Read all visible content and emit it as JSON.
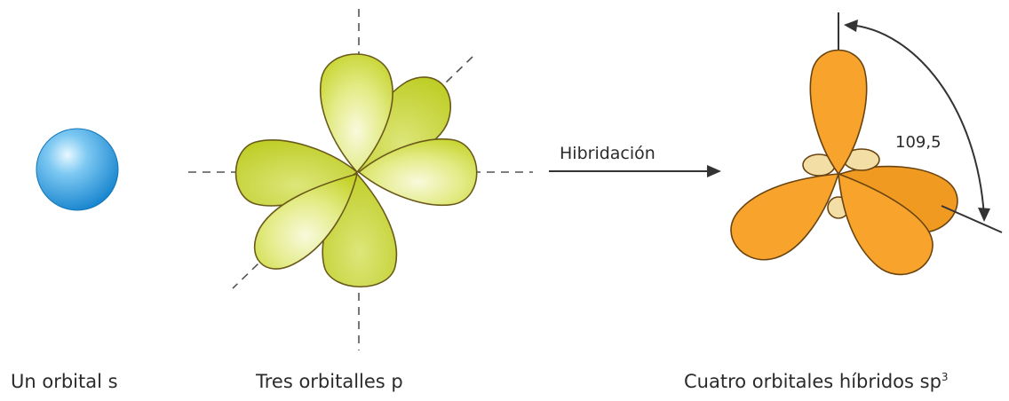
{
  "labels": {
    "s_orbital": "Un orbital s",
    "p_orbitals": "Tres orbitalles p",
    "sp3_orbitals_text": "Cuatro orbitales híbridos sp",
    "sp3_superscript": "3",
    "arrow": "Hibridación",
    "angle": "109,5"
  },
  "colors": {
    "s_orbital_light": "#c9ecff",
    "s_orbital_dark": "#1a86cf",
    "p_orbital_fill": "#c6d427",
    "p_orbital_light": "#f6f8d4",
    "sp3_orbital_fill": "#f7a32c",
    "sp3_small_lobe": "#f3dfa6",
    "outline": "#6a5a1a",
    "text": "#2b2b2b"
  }
}
